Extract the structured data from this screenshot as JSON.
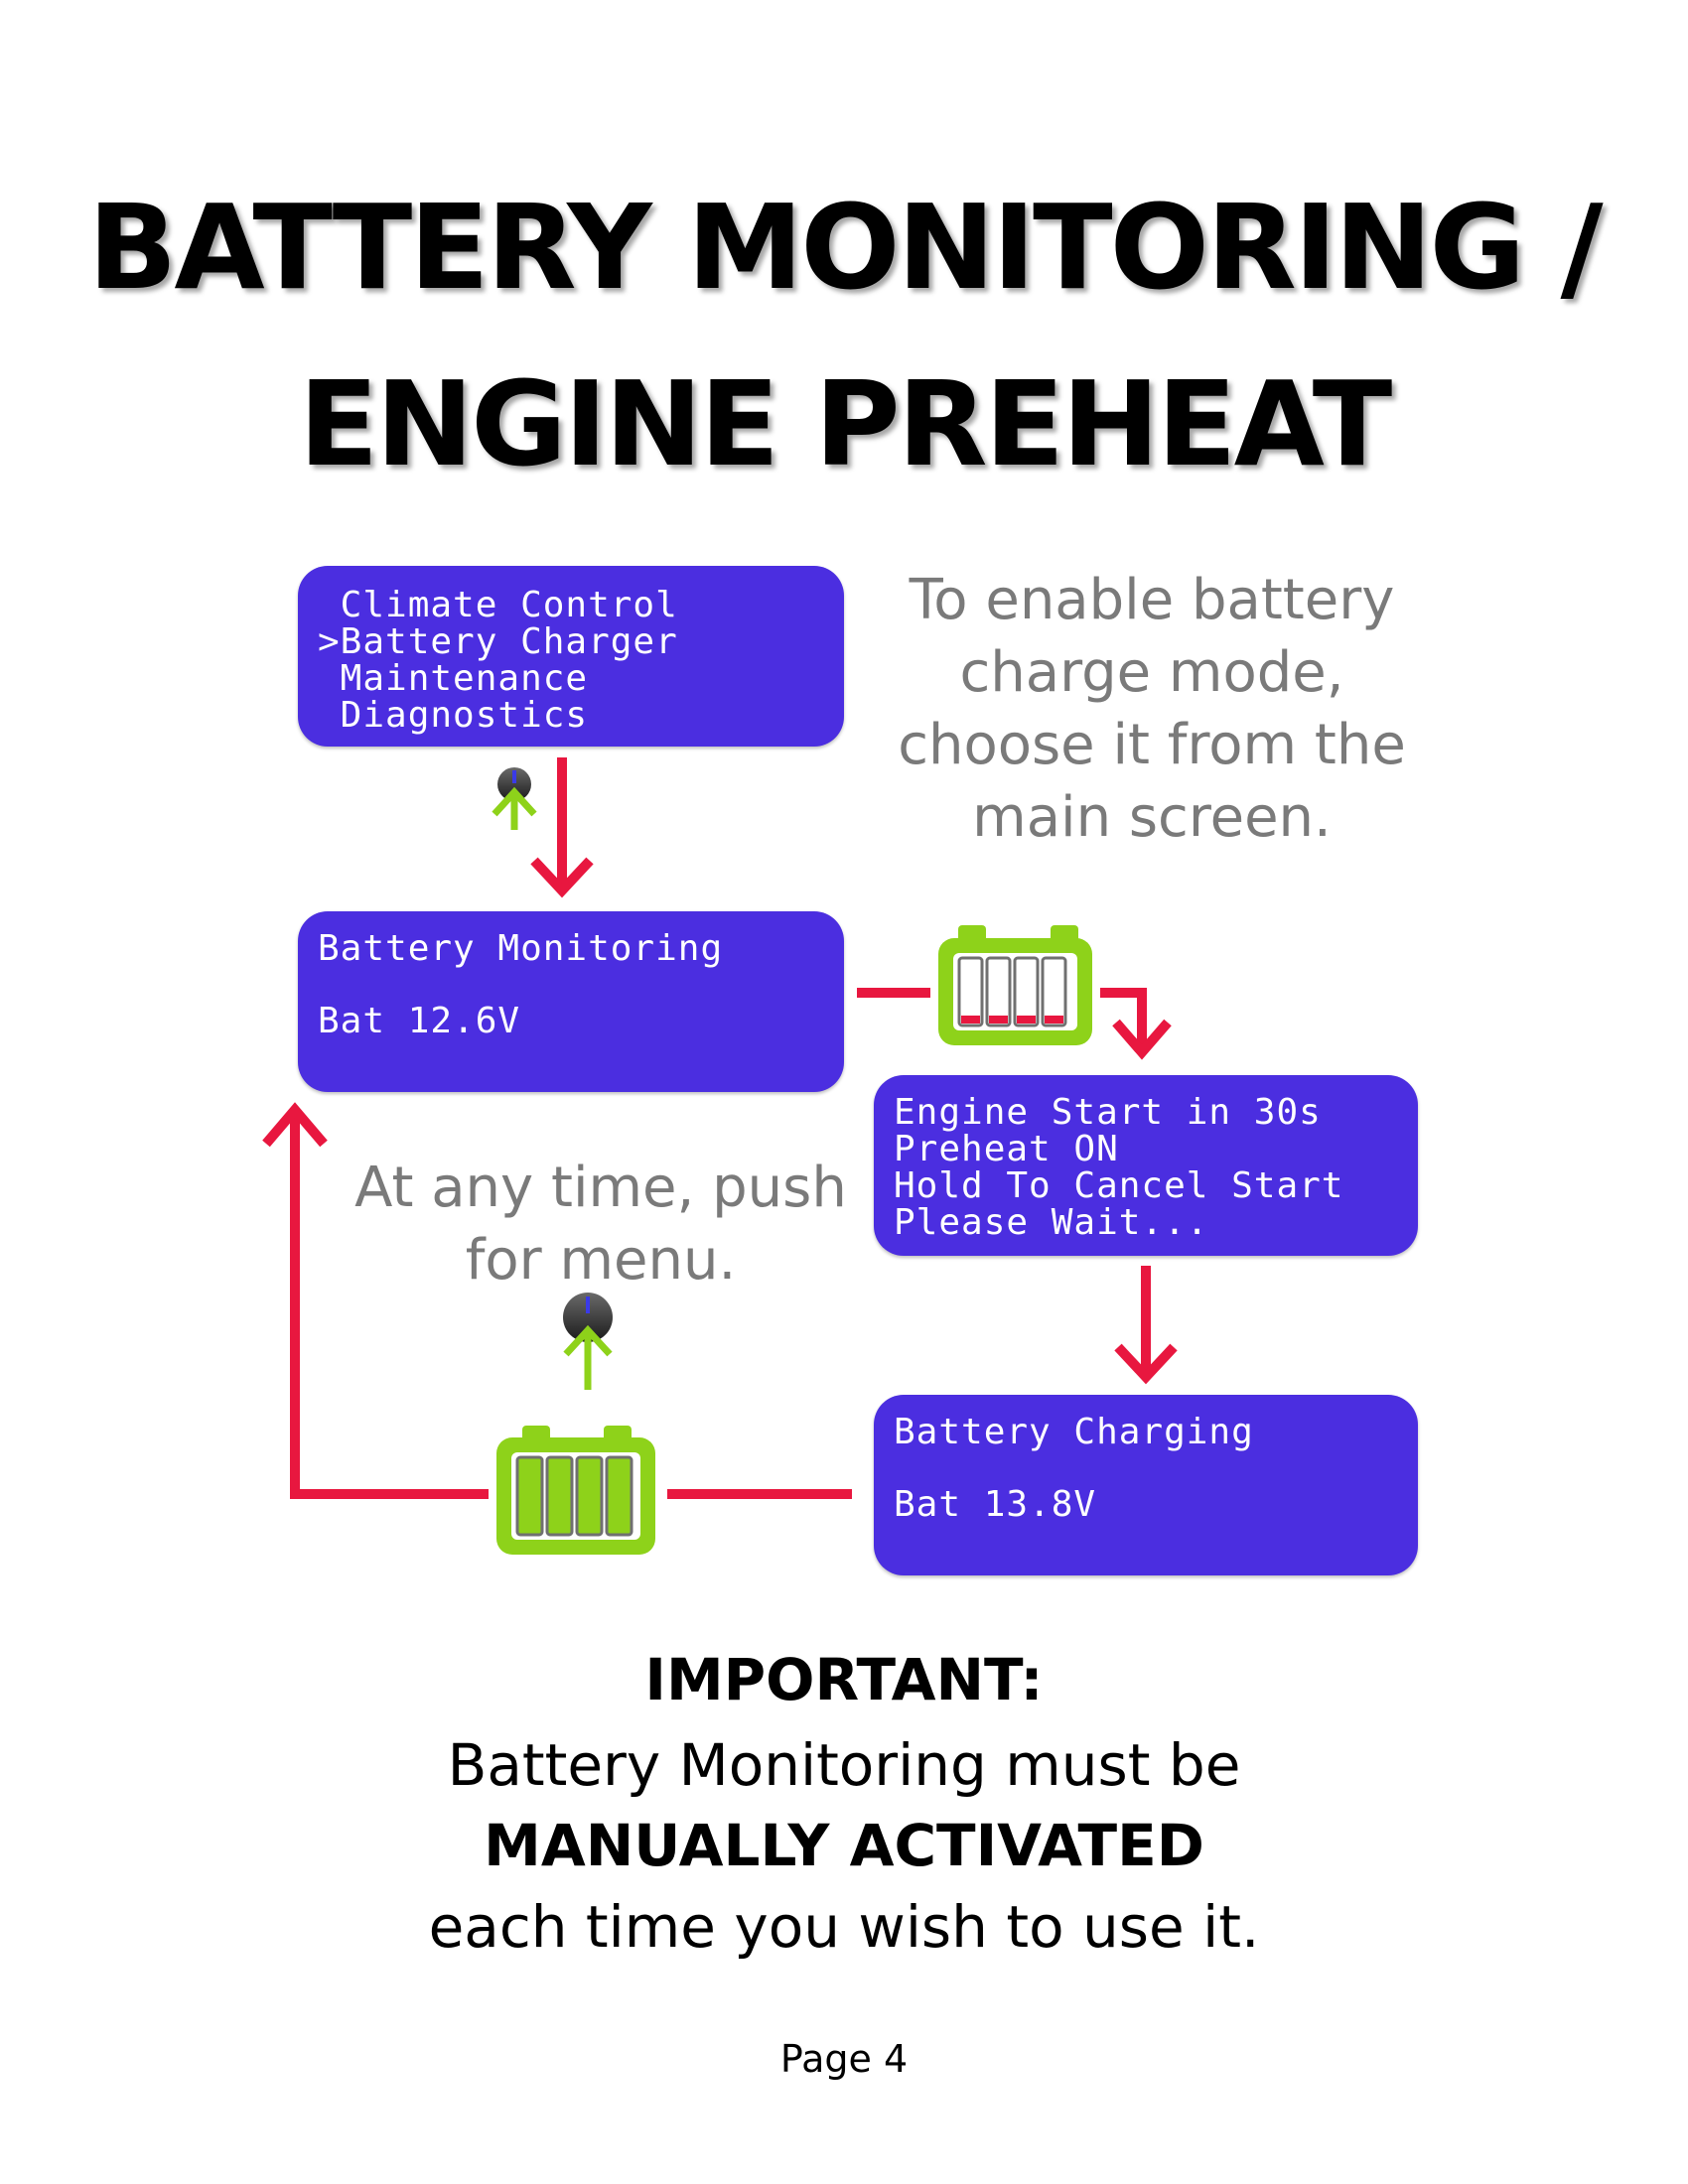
{
  "title": {
    "line1": "BATTERY MONITORING /",
    "line2": "ENGINE PREHEAT"
  },
  "screens": {
    "menu": {
      "lines": [
        " Climate Control",
        ">Battery Charger",
        " Maintenance",
        " Diagnostics"
      ]
    },
    "monitoring": {
      "lines": [
        "Battery Monitoring",
        "Bat 12.6V"
      ]
    },
    "engine_start": {
      "lines": [
        "Engine Start in 30s",
        "Preheat ON",
        "Hold To Cancel Start",
        "Please Wait..."
      ]
    },
    "charging": {
      "lines": [
        "Battery Charging",
        "Bat 13.8V"
      ]
    }
  },
  "notes": {
    "enable_lines": [
      "To enable battery",
      "charge mode,",
      "choose it from the",
      "main screen."
    ],
    "push_lines": [
      "At any time, push",
      "for menu."
    ]
  },
  "icons": {
    "knob": "rotary-knob-icon",
    "battery_low": "battery-low-icon",
    "battery_full": "battery-full-icon",
    "arrow": "arrow-icon"
  },
  "colors": {
    "lcd_background": "#4b2ee0",
    "lcd_text": "#ffffff",
    "flow_arrow": "#e8173f",
    "battery_green": "#8ed21a",
    "battery_low_fill": "#e8173f",
    "note_text": "#7a7a7a"
  },
  "battery_levels": {
    "low": 0.15,
    "full": 1.0
  },
  "important": {
    "heading": "IMPORTANT:",
    "line1": "Battery Monitoring must be",
    "line2": "MANUALLY ACTIVATED",
    "line3": "each time you wish to use it."
  },
  "page_number": "Page 4"
}
